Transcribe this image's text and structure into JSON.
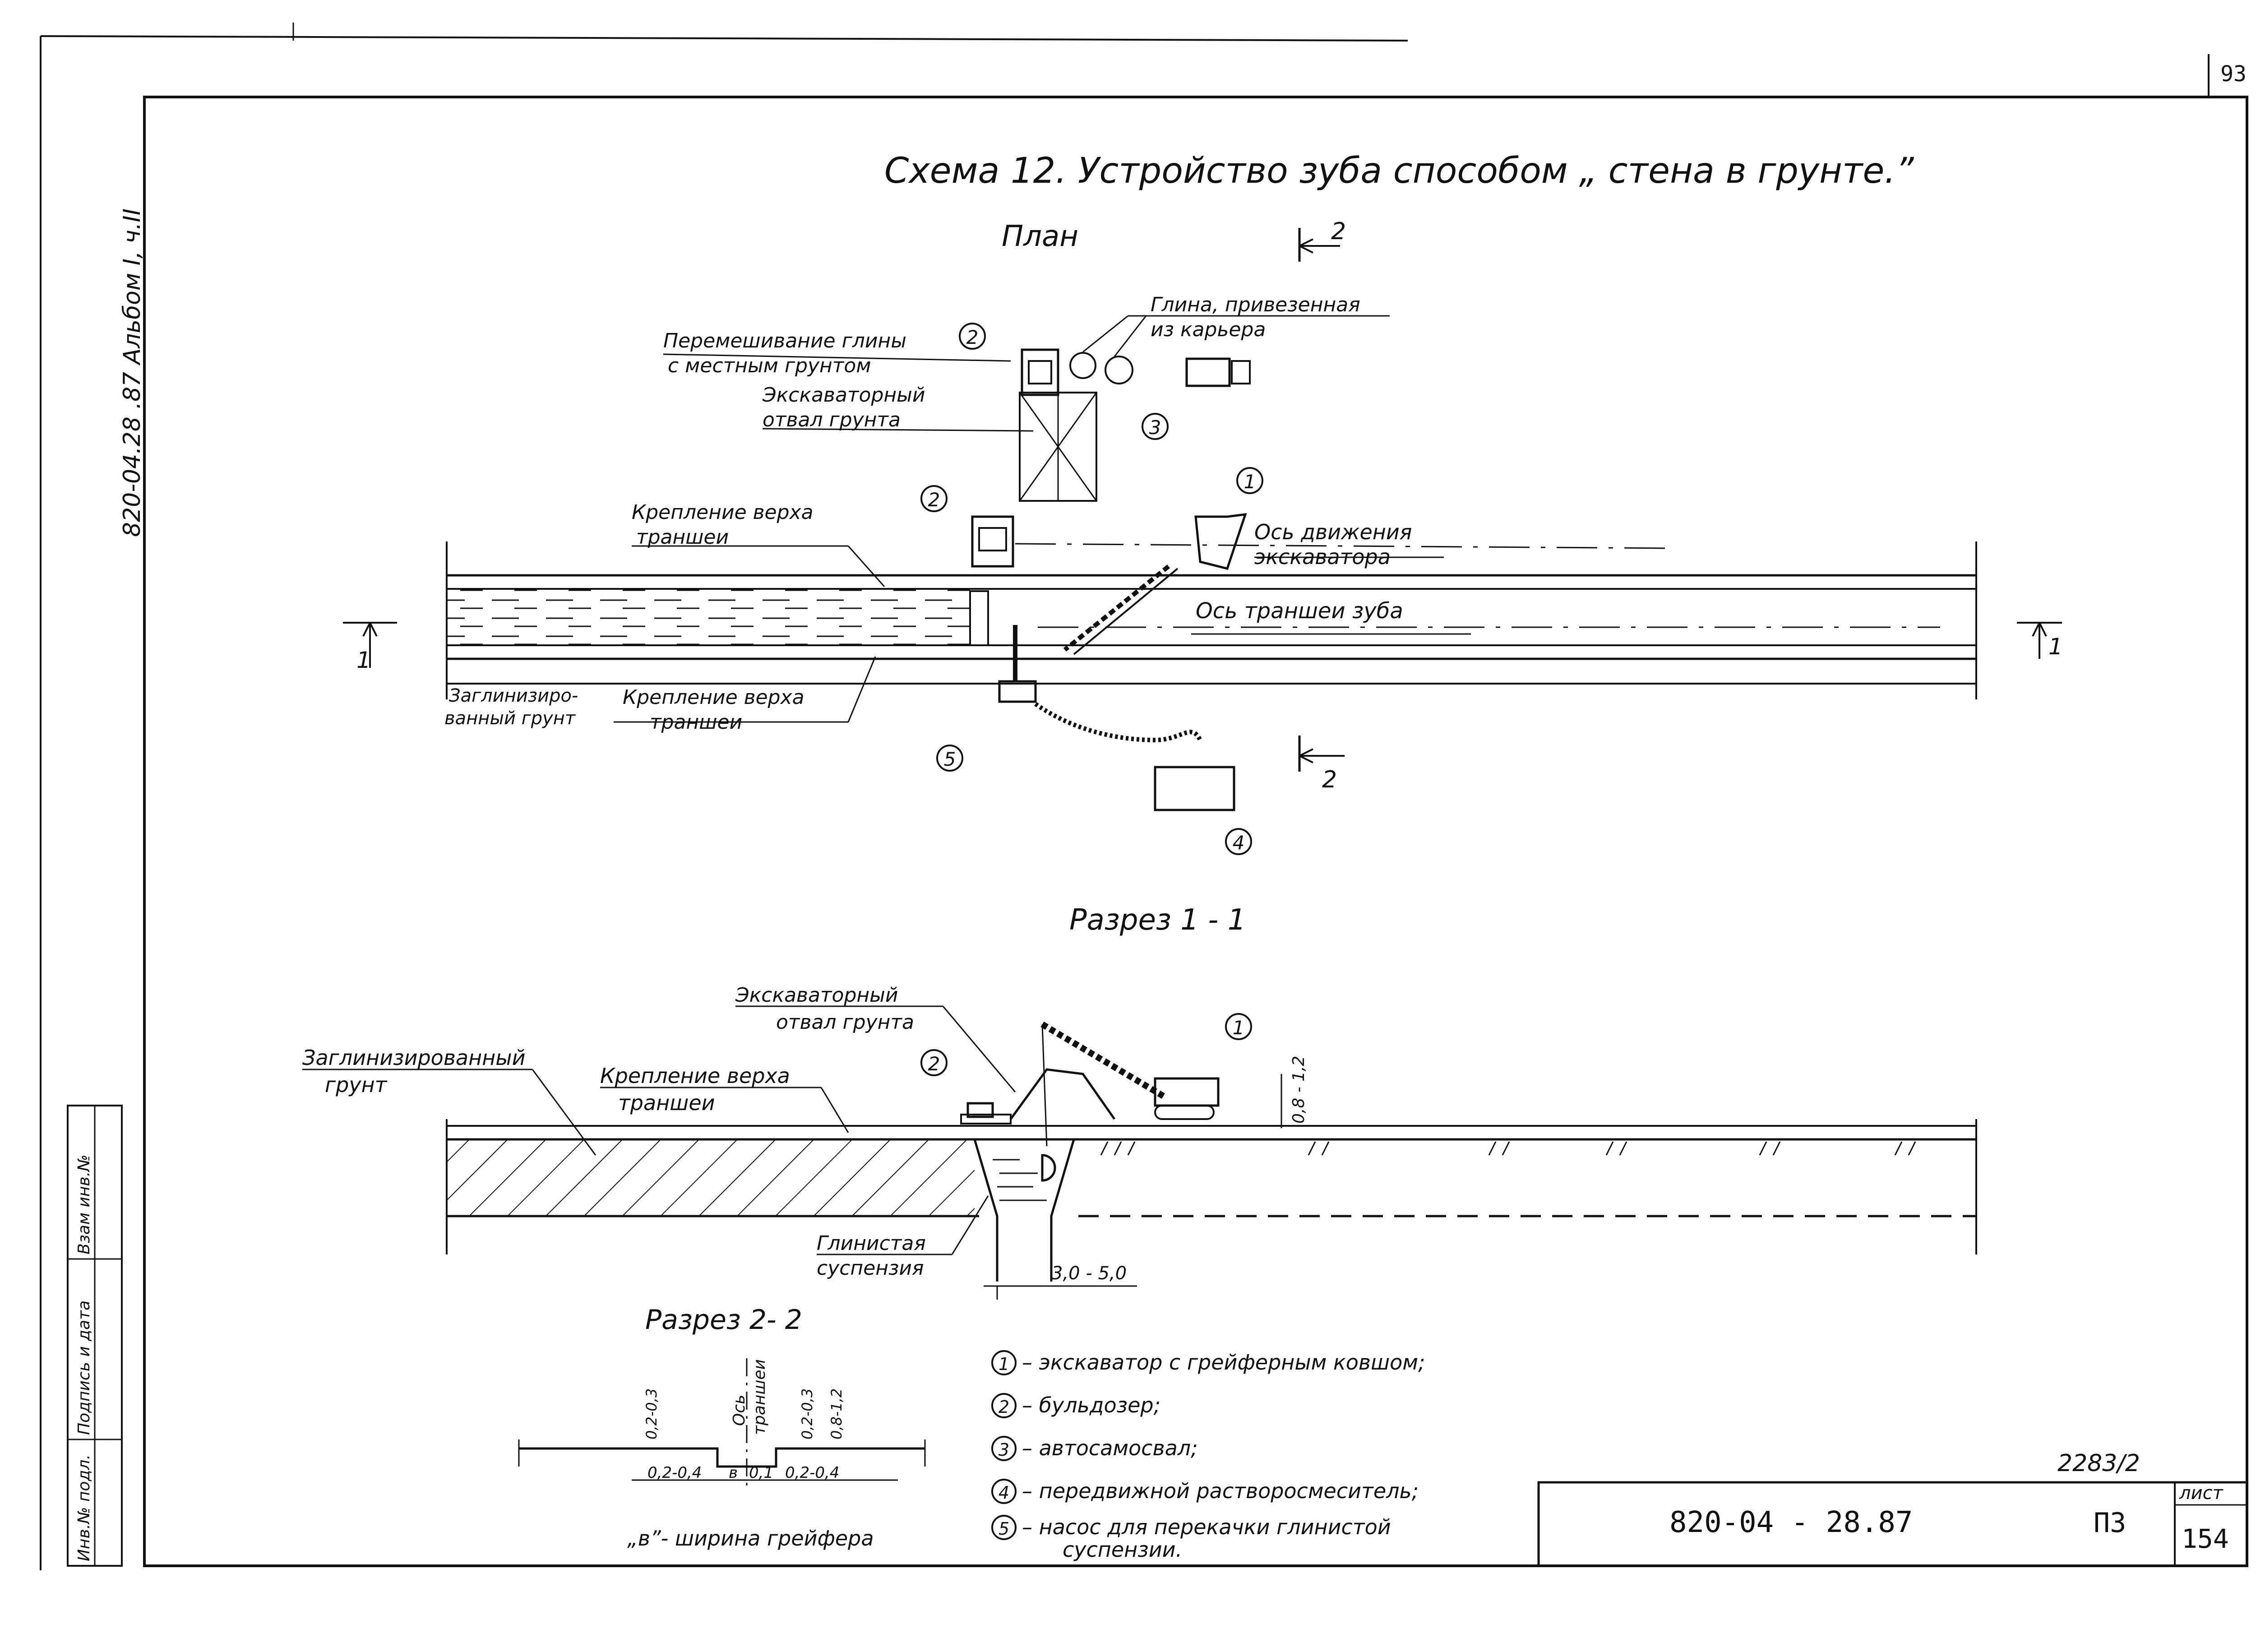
{
  "page_number": "93",
  "album_ref": "820-04.28 .87  Альбом I, ч.II",
  "title": "Схема 12.  Устройство зуба способом „ стена в грунте.”",
  "plan": {
    "heading": "План",
    "labels": {
      "mixing_1": "Перемешивание глины",
      "mixing_2": "с местным грунтом",
      "dump_1": "Экскаваторный",
      "dump_2": "отвал  грунта",
      "clay_1": "Глина, привезенная",
      "clay_2": "из карьера",
      "fix_top_1": "Крепление верха",
      "fix_top_2": "траншеи",
      "axis_move_1": "Ось  движения",
      "axis_move_2": "экскаватора",
      "axis_trench": "Ось  траншеи зуба",
      "clayed_1": "Заглинизиро-",
      "clayed_2": "ванный грунт",
      "fix_bot_1": "Крепление верха",
      "fix_bot_2": "траншеи"
    },
    "section_marks": {
      "one": "1",
      "two": "2"
    }
  },
  "section_1_1": {
    "heading": "Разрез  1 - 1",
    "labels": {
      "dump_1": "Экскаваторный",
      "dump_2": "отвал  грунта",
      "clayed_1": "Заглинизированный",
      "clayed_2": "грунт",
      "fix_1": "Крепление  верха",
      "fix_2": "траншеи",
      "slurry_1": "Глинистая",
      "slurry_2": "суспензия",
      "width_dim": "3,0 - 5,0",
      "height_dim": "0,8 - 1,2"
    }
  },
  "section_2_2": {
    "heading": "Разрез  2- 2",
    "axis_1": "Ось",
    "axis_2": "траншеи",
    "dims": {
      "d1": "0,2-0,3",
      "d2": "0,2-0,3",
      "d3": "0,8-1,2",
      "d4": "0,2-0,4",
      "d5": "в",
      "d6": "0,1",
      "d7": "0,2-0,4"
    },
    "note": "„в”- ширина  грейфера"
  },
  "legend": [
    {
      "num": "1",
      "text": "– экскаватор  с  грейферным  ковшом;"
    },
    {
      "num": "2",
      "text": "–  бульдозер;"
    },
    {
      "num": "3",
      "text": "–  автосамосвал;"
    },
    {
      "num": "4",
      "text": "–  передвижной  растворосмеситель;"
    },
    {
      "num": "5",
      "text": "–  насос  для  перекачки  глинистой"
    },
    {
      "num": "",
      "text": "суспензии."
    }
  ],
  "side_stamp": {
    "inv": "Инв.№ подл.",
    "sign": "Подпись и дата",
    "vzam": "Взам инв.№"
  },
  "title_block": {
    "code": "820-04 - 28.87",
    "stage": "ПЗ",
    "sheet_label": "лист",
    "sheet_num": "154",
    "order_num": "2283/2"
  }
}
